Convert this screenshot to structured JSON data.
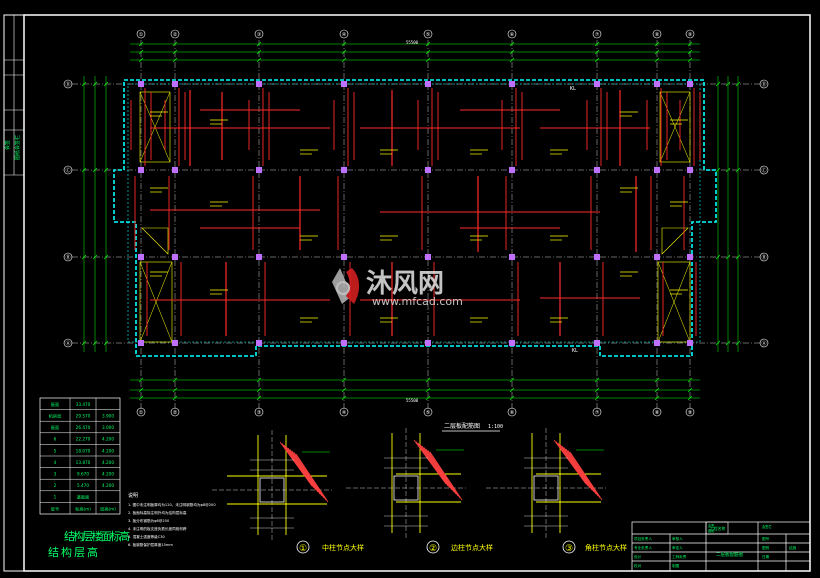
{
  "colors": {
    "background": "#000000",
    "frame": "#ffffff",
    "slab_edge": "#00ffff",
    "beam": "#ff2a2a",
    "grid": "#ffffff",
    "annotation": "#ffff00",
    "dimension": "#00ff00",
    "column": "#c070ff",
    "table_text": "#00ff66",
    "node_hatch": "#ff4040"
  },
  "grid_axes": {
    "top": [
      "①",
      "②",
      "③",
      "④",
      "⑤",
      "⑥",
      "⑦",
      "⑧",
      "⑨"
    ],
    "left": [
      "Ⓓ",
      "Ⓒ",
      "Ⓑ",
      "Ⓐ"
    ]
  },
  "dimensions": {
    "total_top": "55500",
    "total_bottom": "55500"
  },
  "plan": {
    "title": "二层板配筋图",
    "scale": "1:100",
    "beam_label_top": "KL",
    "beam_label_bottom": "KL"
  },
  "watermark": {
    "brand_cn": "沐风网",
    "brand_en": "www.mfcad.com"
  },
  "level_table": {
    "rows": [
      [
        "屋面",
        "33.470",
        ""
      ],
      [
        "机房层",
        "29.570",
        "3.900"
      ],
      [
        "屋面",
        "26.470",
        "3.000"
      ],
      [
        "6",
        "22.270",
        "4.200"
      ],
      [
        "5",
        "18.070",
        "4.200"
      ],
      [
        "4",
        "13.870",
        "4.200"
      ],
      [
        "3",
        "9.670",
        "4.200"
      ],
      [
        "2",
        "5.470",
        "4.200"
      ],
      [
        "1",
        "基础面",
        ""
      ],
      [
        "层号",
        "标高(m)",
        "层高(m)"
      ]
    ],
    "caption_line1": "结构层楼面标高",
    "caption_line2": "结 构 层 高"
  },
  "notes": {
    "heading": "说明",
    "lines": [
      "1. 图中未注明板厚均为120，未注明钢筋均为φ8@200",
      "2. 板面标高除注明外均为结构层标高",
      "3. 板分布钢筋为φ6@250",
      "4. 未注明的板支座负筋长度同相邻跨",
      "5. 混凝土强度等级C30",
      "6. 板钢筋保护层厚度15mm"
    ]
  },
  "details": [
    {
      "number": "①",
      "label": "中柱节点大样"
    },
    {
      "number": "②",
      "label": "边柱节点大样"
    },
    {
      "number": "③",
      "label": "角柱节点大样"
    }
  ],
  "title_block": {
    "row_labels": [
      "项目负责人",
      "专业负责人",
      "设计",
      "校对"
    ],
    "row_labels_b": [
      "审核人",
      "审定人",
      "工种负责",
      "制图"
    ],
    "drawing_name": "二层板配筋图",
    "project_label": "工程名称",
    "right_fields": [
      "图号",
      "图别",
      "结施",
      "日期"
    ],
    "approval_labels": [
      "会签",
      "图纸",
      "会签栏"
    ]
  },
  "left_strip": {
    "labels": [
      "会签",
      "图纸会签栏"
    ]
  }
}
